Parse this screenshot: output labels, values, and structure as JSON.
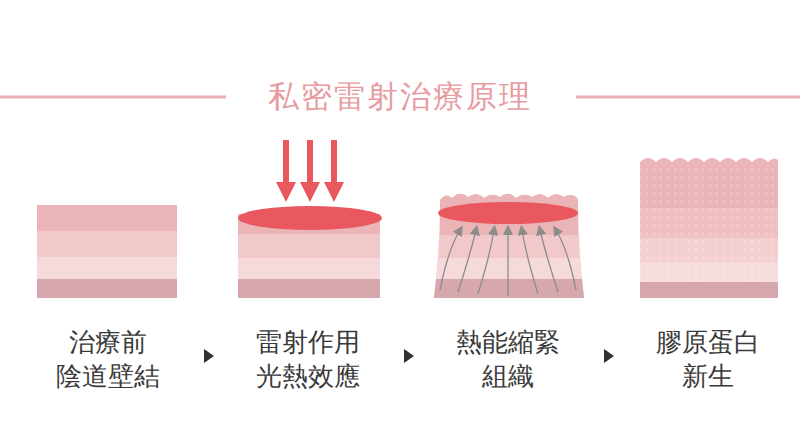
{
  "diagram": {
    "title": "私密雷射治療原理",
    "labels": [
      "治療前 陰道壁結",
      "雷射作用 光熱效應",
      "熱能縮緊 組織",
      "膠原蛋白 新生"
    ]
  }
}
